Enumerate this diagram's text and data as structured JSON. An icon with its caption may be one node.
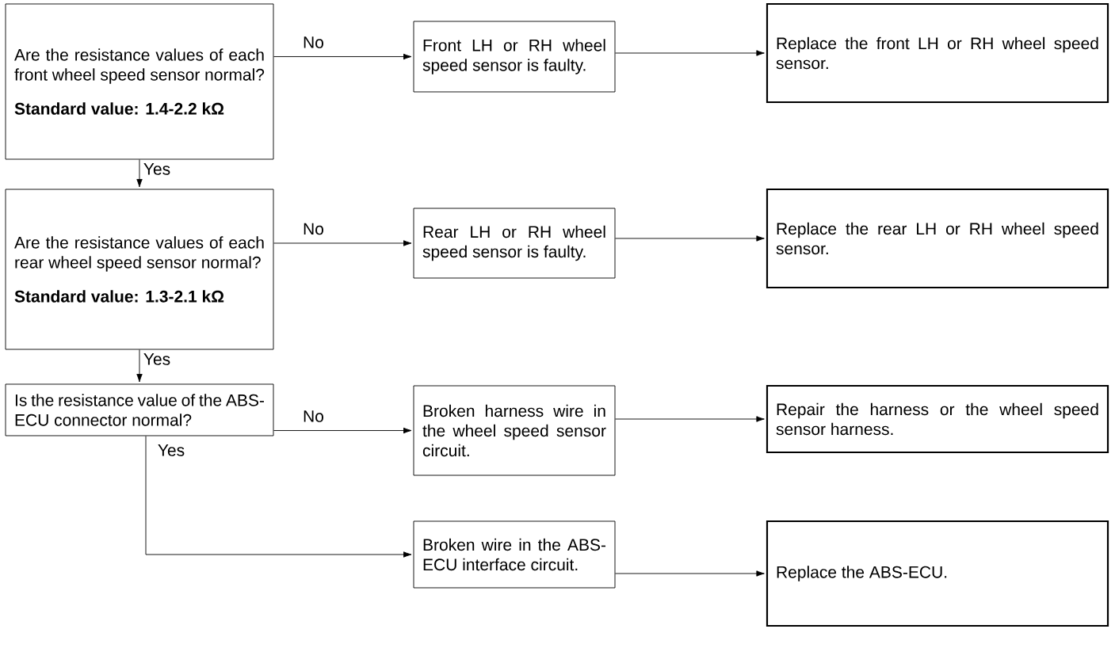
{
  "diagram": {
    "nodes": [
      {
        "text": [
          "Are the resistance values of each front wheel speed sensor normal?",
          "Standard value: 1.4-2.2 kΩ"
        ]
      },
      {
        "text": [
          "Front LH or RH wheel speed sensor is faulty."
        ]
      },
      {
        "text": [
          "Replace the front LH or RH wheel speed sensor."
        ]
      },
      {
        "text": [
          "Are the resistance values of each rear wheel speed sensor normal?",
          "Standard value: 1.3-2.1 kΩ"
        ]
      },
      {
        "text": [
          "Rear LH or RH wheel speed sensor is faulty."
        ]
      },
      {
        "text": [
          "Replace the rear LH or RH wheel speed sensor."
        ]
      },
      {
        "text": [
          "Is the resistance value of the ABS-ECU connector normal?"
        ]
      },
      {
        "text": [
          "Broken harness wire in the wheel speed sensor circuit."
        ]
      },
      {
        "text": [
          "Repair the harness or the wheel speed sensor harness."
        ]
      },
      {
        "text": [
          "Broken wire in the ABS-ECU interface circuit."
        ]
      },
      {
        "text": [
          "Replace the ABS-ECU."
        ]
      }
    ],
    "edges": [
      {
        "from": 0,
        "to": 1,
        "arrow": "to",
        "label": "No"
      },
      {
        "from": 1,
        "to": 2,
        "arrow": "to"
      },
      {
        "from": 0,
        "to": 3,
        "arrow": "to",
        "label": "Yes"
      },
      {
        "from": 3,
        "to": 4,
        "arrow": "to",
        "label": "No"
      },
      {
        "from": 4,
        "to": 5,
        "arrow": "to"
      },
      {
        "from": 3,
        "to": 6,
        "arrow": "to",
        "label": "Yes"
      },
      {
        "from": 6,
        "to": 7,
        "arrow": "to",
        "label": "No"
      },
      {
        "from": 7,
        "to": 8,
        "arrow": "to"
      },
      {
        "from": 6,
        "to": 9,
        "arrow": "to",
        "label": "Yes"
      },
      {
        "from": 9,
        "to": 10,
        "arrow": "to"
      }
    ]
  }
}
